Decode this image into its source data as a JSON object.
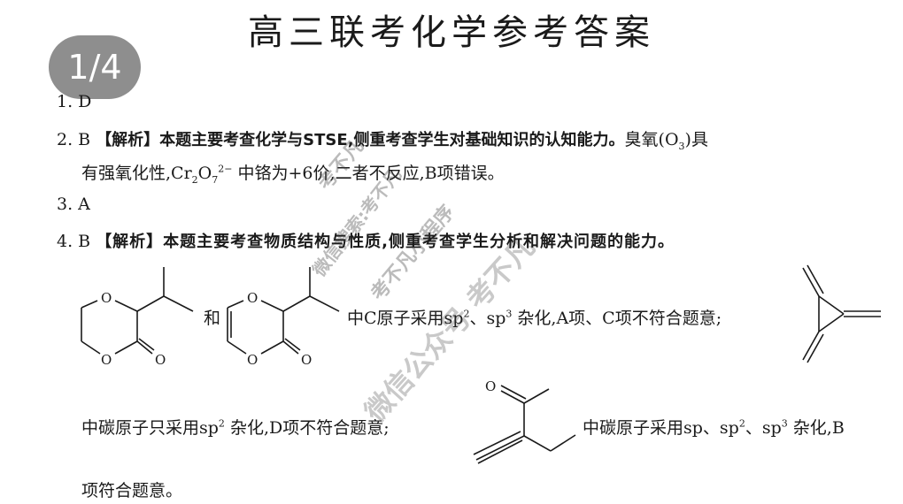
{
  "doc": {
    "title": "高三联考化学参考答案",
    "page_badge": "1/4"
  },
  "answers": {
    "q1": "1. D",
    "q2_head": "2. B",
    "q2_bold": "【解析】本题主要考查化学与STSE,侧重考查学生对基础知识的认知能力。",
    "q2_tail": "臭氧(O",
    "q2_tail2": ")具",
    "q2_line2_a": "有强氧化性,Cr",
    "q2_line2_b": "O",
    "q2_line2_c": "中铬为+6价,二者不反应,B项错误。",
    "q3": "3. A",
    "q4_head": "4. B",
    "q4_bold": "【解析】本题主要考查物质结构与性质,侧重考查学生分析和解决问题的能力。",
    "q4_struct_text": "中C原子采用sp²、sp³杂化,A项、C项不符合题意;",
    "q4_struct_text_a": "中C原子采用sp",
    "q4_struct_text_b": "、sp",
    "q4_struct_text_c": "杂化,A项、C项不符合题意;",
    "q4_and": "和",
    "q4_line_d_a": "中碳原子只采用sp",
    "q4_line_d_b": "杂化,D项不符合题意;",
    "q4_line_b_a": "中碳原子采用sp、sp",
    "q4_line_b_b": "、sp",
    "q4_line_b_c": "杂化,B",
    "q4_last": "项符合题意。"
  },
  "watermarks": {
    "w1": "考不凡",
    "w2": "微信搜索:考不凡",
    "w3": "考不凡小程序",
    "w4": "微信公众号 考不凡"
  },
  "structure_labels": {
    "o": "O"
  }
}
